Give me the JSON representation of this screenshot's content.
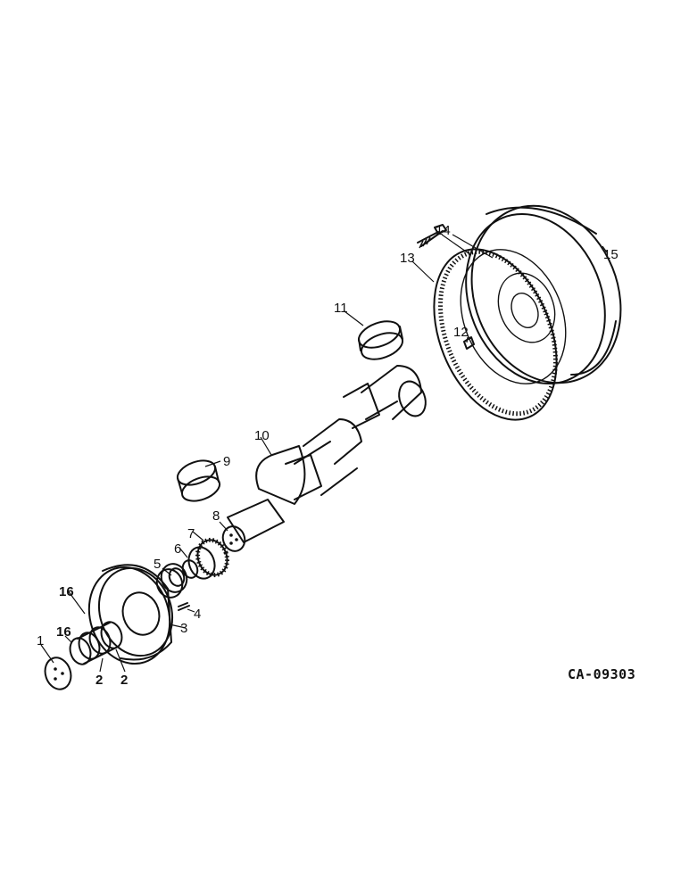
{
  "callouts": {
    "c1": "1",
    "c2a": "2",
    "c2b": "2",
    "c3": "3",
    "c4": "4",
    "c5": "5",
    "c6": "6",
    "c7": "7",
    "c8": "8",
    "c9": "9",
    "c10": "10",
    "c11": "11",
    "c12": "12",
    "c13": "13",
    "c14": "14",
    "c15": "15",
    "c16a": "16",
    "c16b": "16"
  },
  "reference_code": "CA-09303"
}
